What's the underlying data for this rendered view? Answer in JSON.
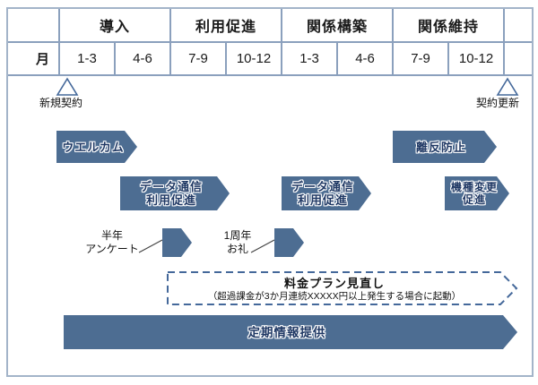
{
  "colors": {
    "accent": "#4d6d92",
    "grid_line": "#8ba0bd",
    "frame_border": "#a3b4c9",
    "dashed_stroke": "#44689a",
    "arrow_text": "#1f3864"
  },
  "header": {
    "month_label": "月",
    "phases": [
      "導入",
      "利用促進",
      "関係構築",
      "関係維持"
    ],
    "months": [
      "1-3",
      "4-6",
      "7-9",
      "10-12",
      "1-3",
      "4-6",
      "7-9",
      "10-12"
    ]
  },
  "milestones": {
    "start": "新規契約",
    "end": "契約更新"
  },
  "activities": {
    "welcome": "ウエルカム",
    "churn_prevention": "離反防止",
    "data_promo_1": {
      "line1": "データ通信",
      "line2": "利用促進"
    },
    "data_promo_2": {
      "line1": "データ通信",
      "line2": "利用促進"
    },
    "device_change": {
      "line1": "機種変更",
      "line2": "促進"
    },
    "half_year_survey": {
      "line1": "半年",
      "line2": "アンケート"
    },
    "anniversary": {
      "line1": "1周年",
      "line2": "お礼"
    },
    "price_plan_review": {
      "line1": "料金プラン見直し",
      "line2": "（超過課金が3か月連続XXXXX円以上発生する場合に起動）"
    },
    "periodic_info": "定期情報提供"
  }
}
